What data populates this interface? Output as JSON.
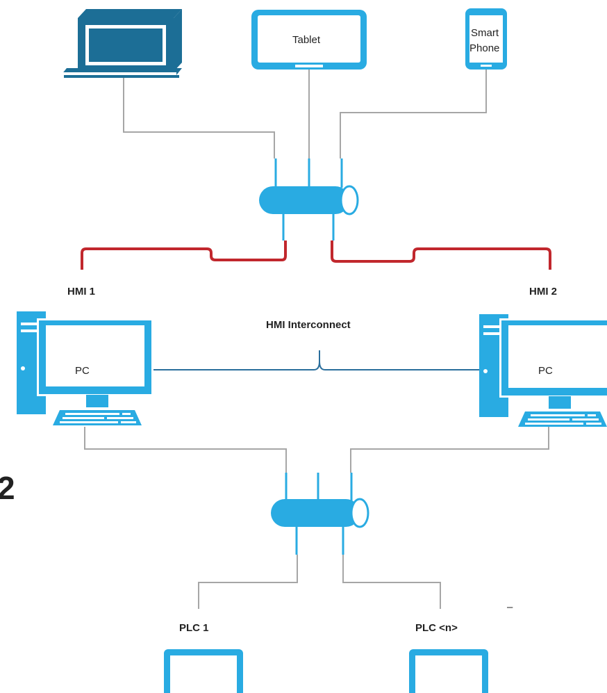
{
  "colors": {
    "device_blue": "#29abe2",
    "laptop_blue": "#1c6e96",
    "redundant_link": "#c1272d",
    "cable_gray": "#a6a6a6",
    "interconnect_line": "#2a6e9c",
    "text": "#222222"
  },
  "devices": {
    "laptop": {
      "icon": "laptop-icon"
    },
    "tablet": {
      "label": "Tablet",
      "icon": "tablet-icon"
    },
    "smartphone": {
      "label_line1": "Smart",
      "label_line2": "Phone",
      "icon": "smartphone-icon"
    }
  },
  "hmi": {
    "left": {
      "title": "HMI 1",
      "screen_label": "PC",
      "icon": "desktop-pc-icon"
    },
    "right": {
      "title": "HMI 2",
      "screen_label": "PC",
      "icon": "desktop-pc-icon"
    },
    "interconnect_label": "HMI Interconnect"
  },
  "switches": {
    "top": {
      "icon": "network-switch-icon"
    },
    "bottom": {
      "icon": "network-switch-icon"
    }
  },
  "plcs": {
    "left": {
      "label": "PLC 1",
      "icon": "plc-icon"
    },
    "right": {
      "label": "PLC <n>",
      "icon": "plc-icon"
    }
  },
  "edge_glyph": "2",
  "stray_mark": "–"
}
